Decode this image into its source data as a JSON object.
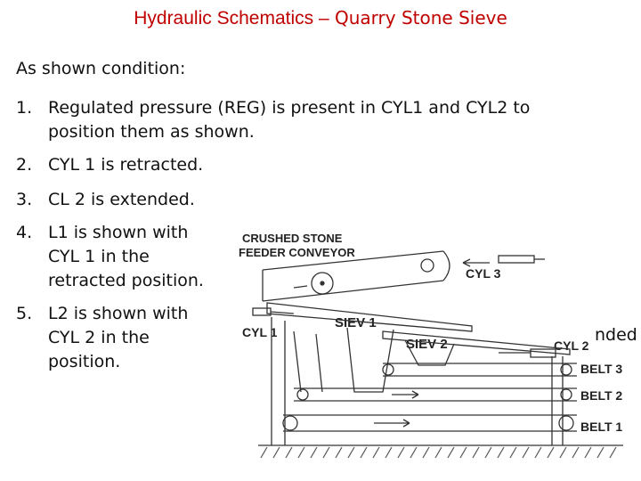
{
  "title": {
    "part1": "Hydraulic Schematics –",
    "part2": " Quarry Stone Sieve"
  },
  "intro": "As shown condition:",
  "items": [
    {
      "num": "1.",
      "lines": [
        "Regulated pressure (REG) is present in CYL1 and CYL2 to",
        "position them as shown."
      ]
    },
    {
      "num": "2.",
      "lines": [
        "CYL 1 is retracted."
      ]
    },
    {
      "num": "3.",
      "lines": [
        "CL 2 is extended."
      ]
    },
    {
      "num": "4.",
      "lines": [
        "L1 is shown with",
        "CYL 1 in the",
        "retracted position."
      ]
    },
    {
      "num": "5.",
      "lines": [
        "L2 is shown with",
        "CYL 2 in the",
        "position."
      ]
    }
  ],
  "overflow_word": "nded",
  "diagram": {
    "feeder_line1": "CRUSHED STONE",
    "feeder_line2": "FEEDER CONVEYOR",
    "cyl1": "CYL 1",
    "cyl2": "CYL 2",
    "cyl3": "CYL 3",
    "siev1": "SIEV 1",
    "siev2": "SIEV 2",
    "belt3": "BELT 3",
    "belt2": "BELT 2",
    "belt1": "BELT 1"
  }
}
